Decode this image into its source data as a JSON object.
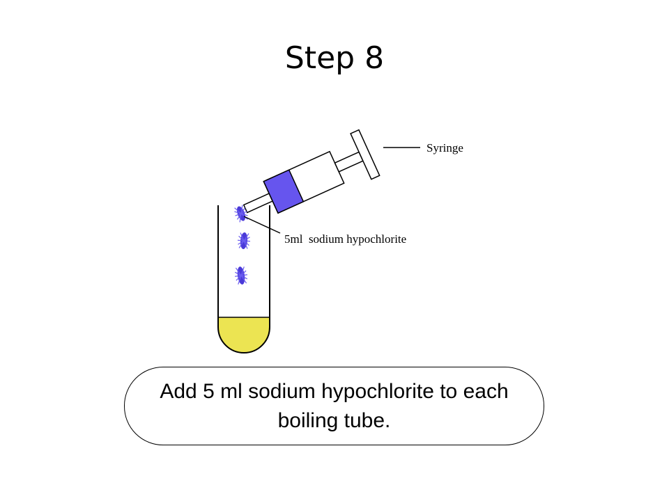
{
  "slide": {
    "title": "Step 8"
  },
  "diagram": {
    "labels": {
      "syringe": "Syringe",
      "solution": "5ml  sodium hypochlorite"
    },
    "colors": {
      "syringe_liquid": "#6655ee",
      "tube_liquid": "#ece452",
      "droplet": "#4a3ad8",
      "outline": "#000000"
    }
  },
  "caption": {
    "text": "Add 5 ml sodium hypochlorite to each boiling tube."
  }
}
